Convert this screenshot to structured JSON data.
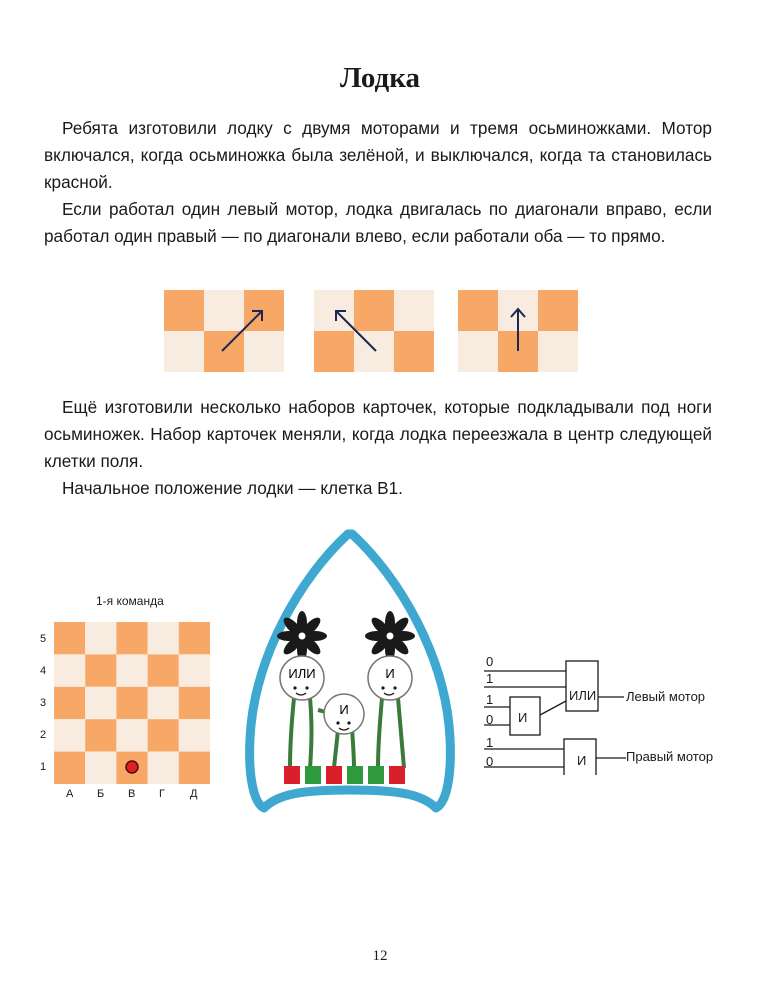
{
  "title": "Лодка",
  "paragraphs": [
    "Ребята изготовили лодку с двумя моторами и тремя осьминожками. Мотор включался, когда осьминожка была зелёной, и выключался, когда та становилась красной.",
    "Если работал один левый мотор, лодка двигалась по диагонали вправо, если работал один правый — по диагонали влево, если работали оба — то прямо.",
    "Ещё изготовили несколько наборов карточек, которые подкладывали под ноги осьминожек. Набор карточек меняли, когда лодка переезжала в центр следующей клетки поля.",
    "Начальное положение лодки — клетка В1."
  ],
  "grid": {
    "caption": "1-я команда",
    "rows": [
      "5",
      "4",
      "3",
      "2",
      "1"
    ],
    "cols": [
      "А",
      "Б",
      "В",
      "Г",
      "Д"
    ],
    "start_cell": "В1"
  },
  "boat": {
    "octopus_labels": [
      "ИЛИ",
      "И",
      "И"
    ],
    "card_colors": [
      "#d9202a",
      "#2e9a3d",
      "#d9202a",
      "#2e9a3d",
      "#2e9a3d",
      "#d9202a"
    ]
  },
  "circuit": {
    "inputs": [
      "0",
      "1",
      "1",
      "0",
      "1",
      "0"
    ],
    "gate_or": "ИЛИ",
    "gate_and_inner": "И",
    "gate_and_right": "И",
    "left_motor": "Левый мотор",
    "right_motor": "Правый мотор"
  },
  "colors": {
    "orange": "#f7a866",
    "light": "#f7ecdf",
    "frame": "#3fa8d0"
  },
  "page_number": "12"
}
